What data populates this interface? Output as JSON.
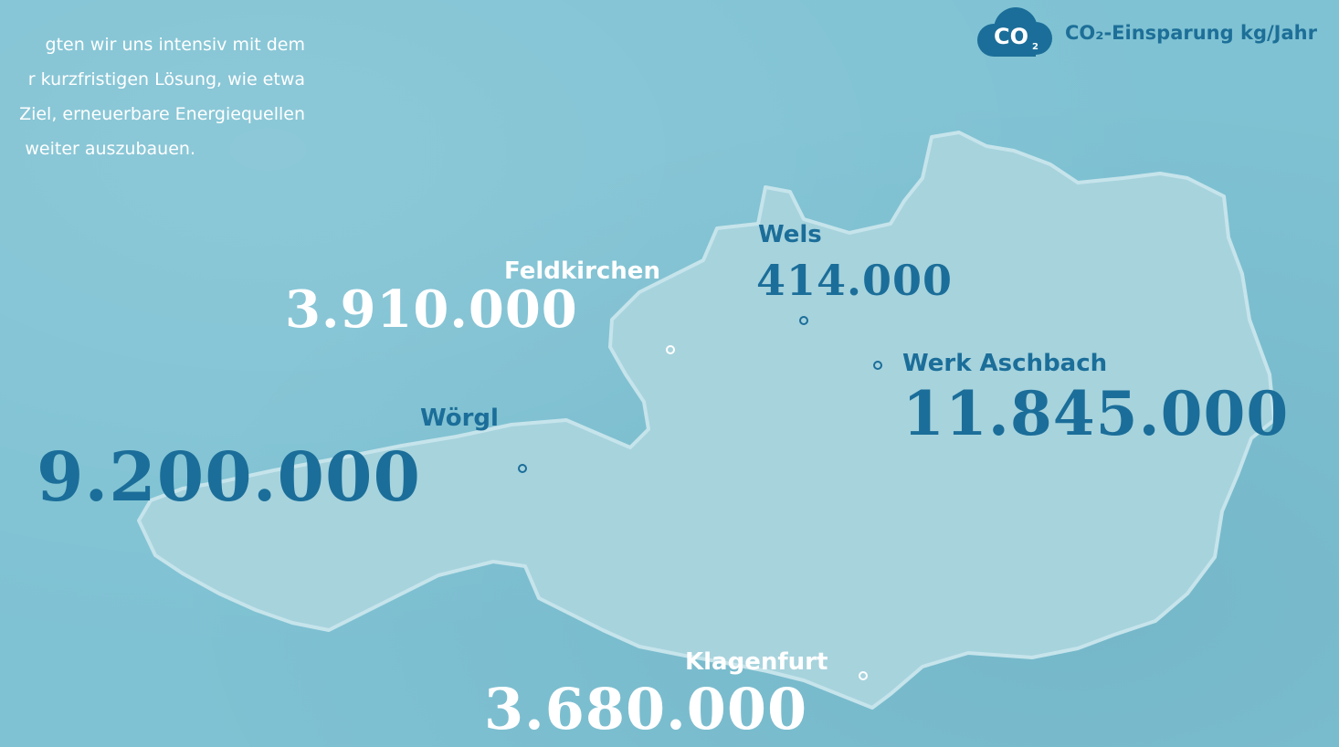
{
  "intro_lines": [
    "gten wir uns intensiv mit dem",
    "r kurzfristigen Lösung, wie etwa",
    "Ziel, erneuerbare Energiequellen",
    "weiter auszubauen."
  ],
  "legend": {
    "icon": "co2-cloud-icon",
    "cloud_text": "CO",
    "cloud_sub": "2",
    "label": "CO₂-Einsparung kg/Jahr"
  },
  "colors": {
    "background": "#7fc2d3",
    "map_fill": "#a7d3dd",
    "map_outline": "#c6e4eb",
    "dark_blue": "#1b6e99",
    "white": "#ffffff"
  },
  "locations": [
    {
      "name": "Feldkirchen",
      "value": "3.910.000",
      "color": "white"
    },
    {
      "name": "Wels",
      "value": "414.000",
      "color": "blue"
    },
    {
      "name": "Werk Aschbach",
      "value": "11.845.000",
      "color": "blue"
    },
    {
      "name": "Wörgl",
      "value": "9.200.000",
      "color": "blue"
    },
    {
      "name": "Klagenfurt",
      "value": "3.680.000",
      "color": "white"
    }
  ]
}
